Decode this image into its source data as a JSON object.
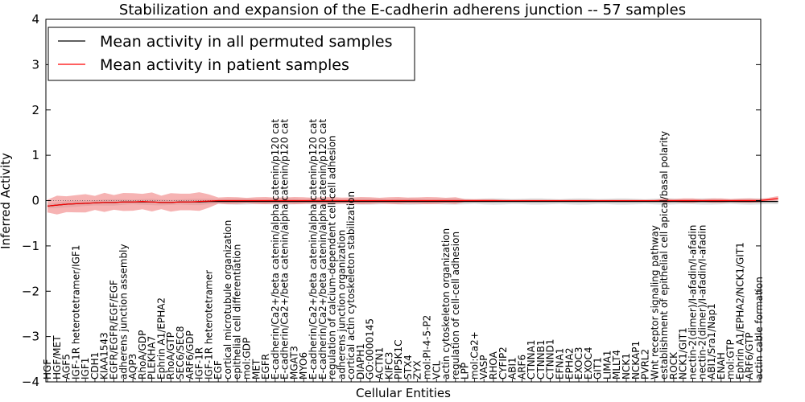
{
  "chart_data": {
    "type": "line",
    "title": "Stabilization and expansion of the E-cadherin adherens junction -- 57 samples",
    "xlabel": "Cellular Entities",
    "ylabel": "Inferred Activity",
    "ylim": [
      -4,
      4
    ],
    "yticks": [
      "4",
      "3",
      "2",
      "1",
      "0",
      "−1",
      "−2",
      "−3",
      "−4"
    ],
    "ytick_values": [
      4,
      3,
      2,
      1,
      0,
      -1,
      -2,
      -3,
      -4
    ],
    "grid": false,
    "legend_position": "top-left",
    "categories": [
      "HGF",
      "HGF/MET",
      "AGF5",
      "IGF-1R heterotetramer/IGF1",
      "IGF1",
      "CDH1",
      "KIAA1543",
      "EGFR/EGFR/EGF/EGF",
      "adherens junction assembly",
      "AQP3",
      "RhoA/GDP",
      "PLEKHA7",
      "Ephrin A1/EPHA2",
      "RhoA/GTP",
      "SEC6/SEC8",
      "ARF6/GDP",
      "IGF-1R",
      "IGF-1R heterotetramer",
      "EGF",
      "cortical microtubule organization",
      "epithelial cell differentiation",
      "mol:GDP",
      "MET",
      "EGFR",
      "E-cadherin/Ca2+/beta catenin/alpha catenin/p120 cat",
      "E-cadherin/Ca2+/beta catenin/alpha catenin/p120 cat",
      "MGAT3",
      "MYO6",
      "E-cadherin/Ca2+/beta catenin/alpha catenin/p120 cat",
      "E-cadherin/Ca2+/beta catenin/alpha catenin/p120 cat",
      "regulation of calcium-dependent cell-cell adhesion",
      "adherens junction organization",
      "cortical actin cytoskeleton stabilization",
      "DIAPH1",
      "GO:0000145",
      "ACTN1",
      "KIFC3",
      "PIP5K1C",
      "STX4",
      "ZYX",
      "mol:PI-4-5-P2",
      "VCL",
      "actin cytoskeleton organization",
      "regulation of cell-cell adhesion",
      "LPP",
      "mol:Ca2+",
      "VASP",
      "RHOA",
      "CYFIP2",
      "ABI1",
      "ARF6",
      "CTNNA1",
      "CTNNB1",
      "CTNND1",
      "EFNA1",
      "EPHA2",
      "EXOC3",
      "EXOC4",
      "GIT1",
      "LIMA1",
      "MLLT4",
      "NCK1",
      "NCKAP1",
      "PVRL2",
      "Wnt receptor signaling pathway",
      "establishment of epithelial cell apical/basal polarity",
      "ROCK",
      "NCK1/GIT1",
      "nectin-2(dimer)/I-afadin/I-afadin",
      "nectin-2(dimer)/I-afadin/I-afadin",
      "ABI1/Sra1/Nap1",
      "ENAH",
      "mol:GTP",
      "Ephrin A1/EPHA2/NCK1/GIT1",
      "ARF6/GTP",
      "actin cable formation"
    ],
    "series": [
      {
        "name": "Mean activity in all permuted samples",
        "color": "#000000",
        "values": [
          -0.12,
          -0.1,
          -0.08,
          -0.07,
          -0.06,
          -0.05,
          -0.04,
          -0.04,
          -0.03,
          -0.03,
          -0.03,
          -0.03,
          -0.04,
          -0.04,
          -0.03,
          -0.03,
          -0.03,
          -0.02,
          -0.02,
          -0.02,
          -0.02,
          -0.02,
          -0.02,
          -0.02,
          -0.02,
          -0.02,
          -0.02,
          -0.02,
          -0.02,
          -0.02,
          -0.02,
          -0.02,
          -0.02,
          -0.02,
          -0.02,
          -0.02,
          -0.02,
          -0.02,
          -0.02,
          -0.02,
          -0.02,
          -0.02,
          -0.02,
          -0.02,
          -0.02,
          -0.02,
          -0.02,
          -0.02,
          -0.02,
          -0.02,
          -0.02,
          -0.02,
          -0.02,
          -0.02,
          -0.02,
          -0.02,
          -0.02,
          -0.02,
          -0.02,
          -0.02,
          -0.02,
          -0.02,
          -0.02,
          -0.02,
          -0.02,
          -0.02,
          -0.02,
          -0.02,
          -0.02,
          -0.02,
          -0.02,
          -0.02,
          -0.02,
          -0.02,
          -0.02,
          -0.02,
          -0.02,
          -0.02
        ]
      },
      {
        "name": "Mean activity in patient samples",
        "color": "#ff0000",
        "values": [
          -0.12,
          -0.1,
          -0.08,
          -0.07,
          -0.06,
          -0.05,
          -0.04,
          -0.04,
          -0.03,
          -0.03,
          -0.02,
          -0.03,
          -0.04,
          -0.04,
          -0.03,
          -0.03,
          -0.02,
          -0.01,
          0.0,
          0.0,
          0.0,
          0.0,
          0.0,
          0.0,
          0.0,
          0.0,
          0.0,
          0.0,
          0.0,
          0.0,
          0.0,
          0.0,
          0.0,
          0.0,
          0.0,
          0.0,
          0.0,
          0.0,
          0.0,
          0.0,
          0.0,
          0.0,
          0.0,
          0.0,
          0.0,
          0.0,
          0.0,
          0.0,
          0.0,
          0.0,
          0.0,
          0.0,
          0.0,
          0.0,
          0.0,
          0.0,
          0.0,
          0.0,
          0.0,
          0.0,
          0.0,
          0.0,
          0.0,
          0.0,
          0.0,
          0.0,
          0.0,
          0.0,
          0.0,
          0.0,
          0.0,
          0.0,
          0.0,
          0.0,
          0.0,
          0.0,
          0.02,
          0.05
        ]
      }
    ]
  }
}
